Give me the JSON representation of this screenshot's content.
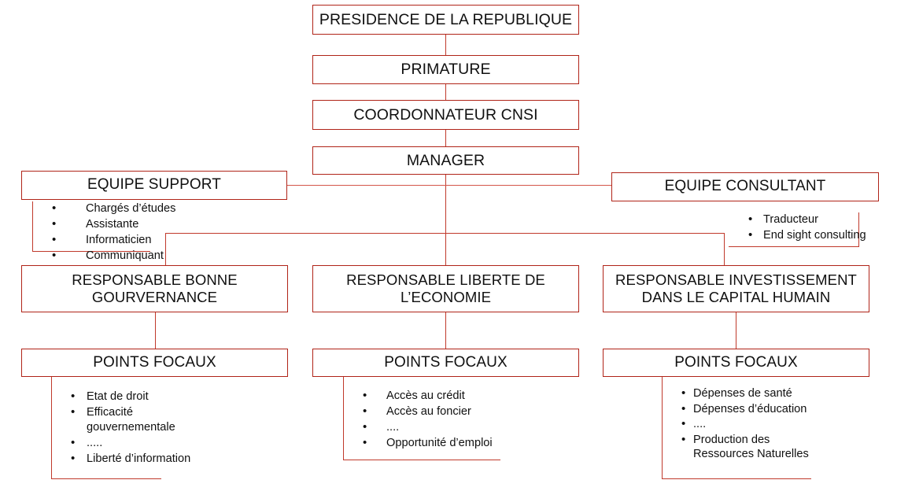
{
  "diagram": {
    "title_chain": [
      {
        "id": "presidence",
        "label": "PRESIDENCE DE LA REPUBLIQUE"
      },
      {
        "id": "primature",
        "label": "PRIMATURE"
      },
      {
        "id": "coordonnateur",
        "label": "COORDONNATEUR CNSI"
      },
      {
        "id": "manager",
        "label": "MANAGER"
      }
    ],
    "teams": {
      "support": {
        "label": "EQUIPE SUPPORT",
        "members": [
          "Chargés d’études",
          "Assistante",
          "Informaticien",
          "Communiquant"
        ]
      },
      "consultant": {
        "label": "EQUIPE CONSULTANT",
        "members": [
          "Traducteur",
          "End sight consulting"
        ]
      }
    },
    "columns": [
      {
        "id": "bonne-gouvernance",
        "responsable": "RESPONSABLE BONNE GOURVERNANCE",
        "points_focaux_label": "POINTS FOCAUX",
        "points_focaux": [
          "Etat de droit",
          "Efficacité\ngouvernementale",
          ".....",
          "Liberté d’information"
        ]
      },
      {
        "id": "liberte-economie",
        "responsable": "RESPONSABLE LIBERTE DE L’ECONOMIE",
        "points_focaux_label": "POINTS FOCAUX",
        "points_focaux": [
          "Accès au crédit",
          "Accès au foncier",
          "....",
          "Opportunité d’emploi"
        ]
      },
      {
        "id": "capital-humain",
        "responsable": "RESPONSABLE INVESTISSEMENT DANS LE CAPITAL HUMAIN",
        "points_focaux_label": "POINTS FOCAUX",
        "points_focaux": [
          "Dépenses de santé",
          "Dépenses d’éducation",
          "....",
          "Production des\nRessources Naturelles"
        ]
      }
    ],
    "colors": {
      "box_border": "#b02418",
      "connector": "#c0392b",
      "text": "#101010",
      "background": "#ffffff"
    }
  }
}
